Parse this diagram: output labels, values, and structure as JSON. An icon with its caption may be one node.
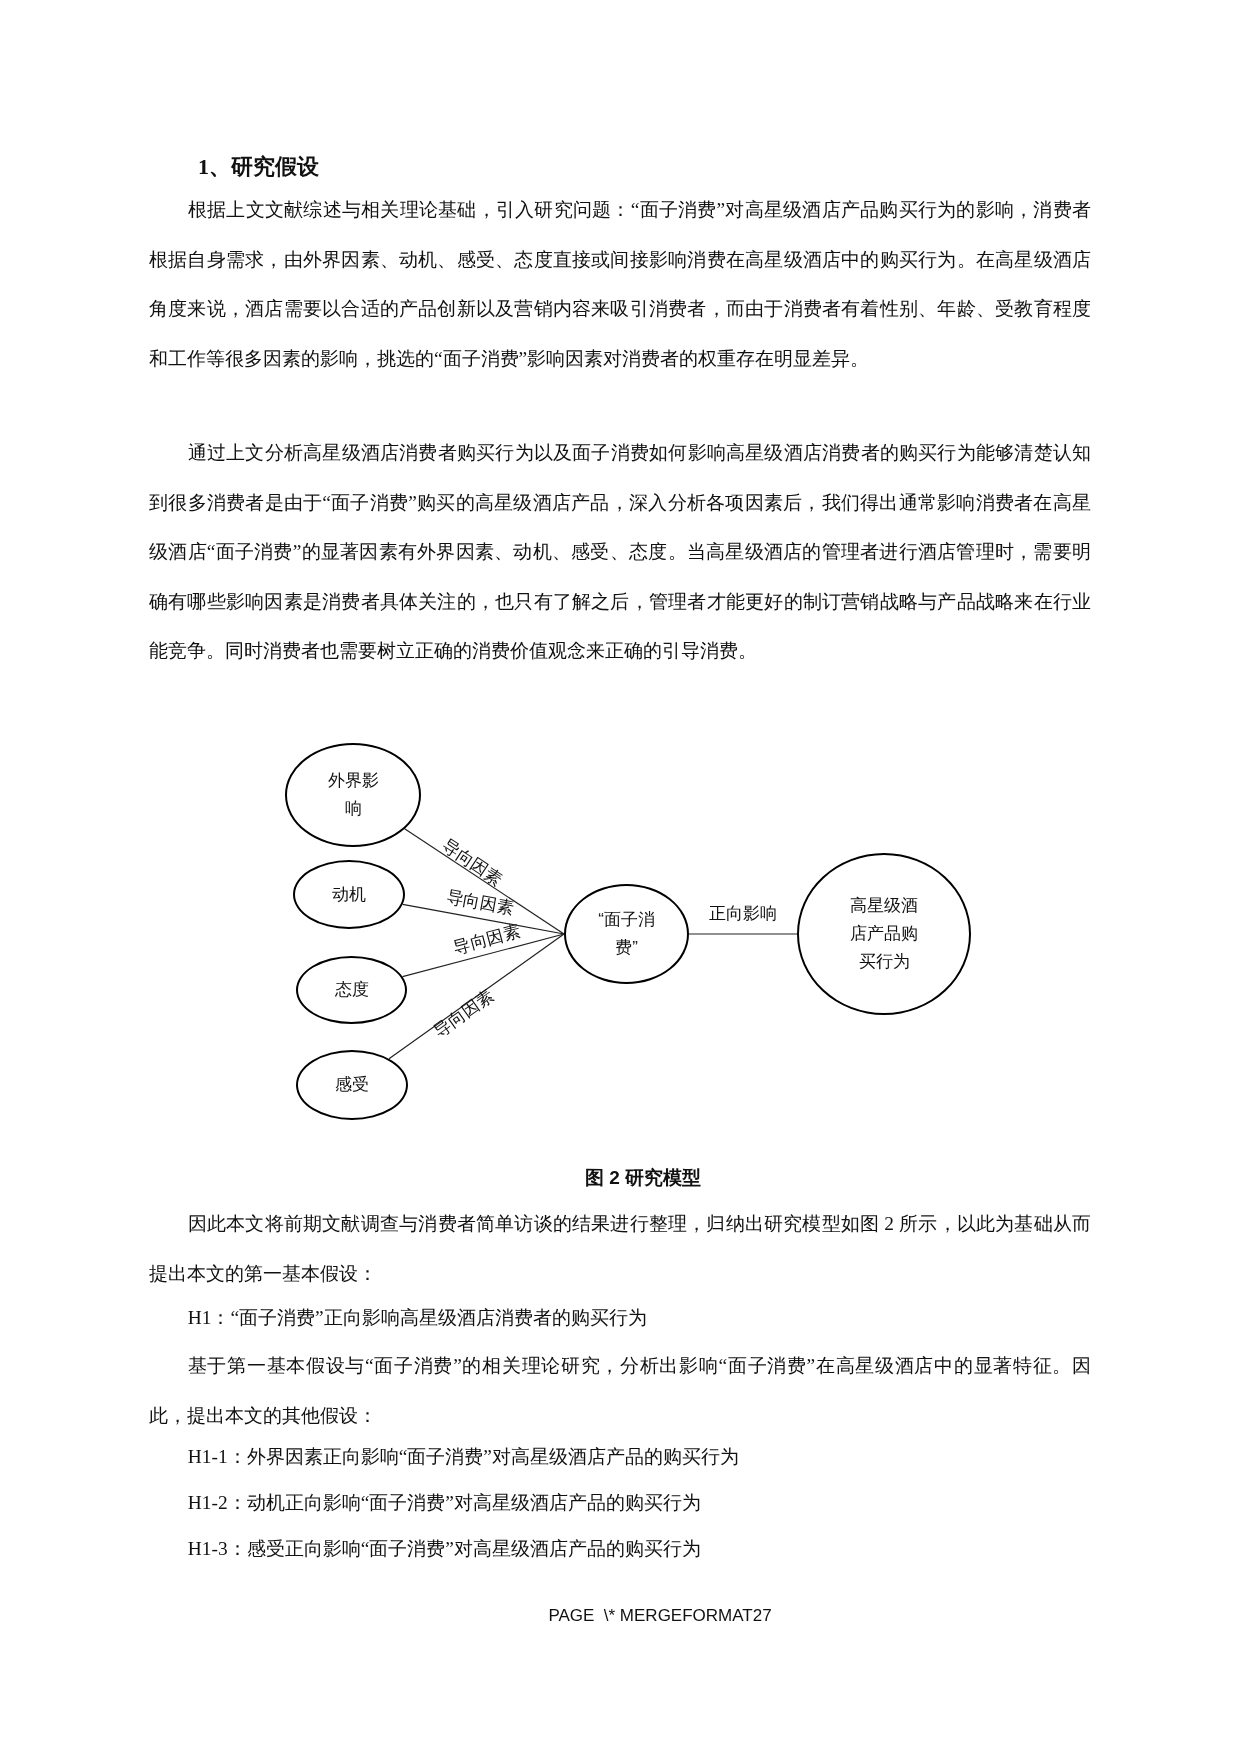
{
  "diagram": {
    "title": "1、研究假设",
    "caption": "图 2 研究模型",
    "nodes": [
      {
        "text": [
          "外界影响"
        ]
      },
      {
        "text": [
          "动机"
        ]
      },
      {
        "text": [
          "态度"
        ]
      },
      {
        "text": [
          "感受"
        ]
      },
      {
        "text": [
          "“面子消费”"
        ]
      },
      {
        "text": [
          "高星级酒店产品购买行为"
        ]
      }
    ],
    "edges": [
      {
        "from": 0,
        "to": 4,
        "arrow": "none",
        "label": "导向因素"
      },
      {
        "from": 1,
        "to": 4,
        "arrow": "none",
        "label": "导向因素"
      },
      {
        "from": 2,
        "to": 4,
        "arrow": "none",
        "label": "导向因素"
      },
      {
        "from": 3,
        "to": 4,
        "arrow": "none",
        "label": "导向因素"
      },
      {
        "from": 4,
        "to": 5,
        "arrow": "none",
        "label": "正向影响"
      }
    ],
    "labels": [
      "根据上文文献综述与相关理论基础，引入研究问题：“面子消费”对高星级酒店产品购买行为的影响，消费者根据自身需求，由外界因素、动机、感受、态度直接或间接影响消费在高星级酒店中的购买行为。在高星级酒店角度来说，酒店需要以合适的产品创新以及营销内容来吸引消费者，而由于消费者有着性别、年龄、受教育程度和工作等很多因素的影响，挑选的“面子消费”影响因素对消费者的权重存在明显差异。",
      "通过上文分析高星级酒店消费者购买行为以及面子消费如何影响高星级酒店消费者的购买行为能够清楚认知到很多消费者是由于“面子消费”购买的高星级酒店产品，深入分析各项因素后，我们得出通常影响消费者在高星级酒店“面子消费”的显著因素有外界因素、动机、感受、态度。当高星级酒店的管理者进行酒店管理时，需要明确有哪些影响因素是消费者具体关注的，也只有了解之后，管理者才能更好的制订营销战略与产品战略来在行业能竞争。同时消费者也需要树立正确的消费价值观念来正确的引导消费。",
      "因此本文将前期文献调查与消费者简单访谈的结果进行整理，归纳出研究模型如图 2 所示，以此为基础从而提出本文的第一基本假设：",
      "H1：“面子消费”正向影响高星级酒店消费者的购买行为",
      "基于第一基本假设与“面子消费”的相关理论研究，分析出影响“面子消费”在高星级酒店中的显著特征。因此，提出本文的其他假设：",
      "H1-1：外界因素正向影响“面子消费”对高星级酒店产品的购买行为",
      "H1-2：动机正向影响“面子消费”对高星级酒店产品的购买行为",
      "H1-3：感受正向影响“面子消费”对高星级酒店产品的购买行为",
      "PAGE  \\* MERGEFORMAT27"
    ]
  }
}
